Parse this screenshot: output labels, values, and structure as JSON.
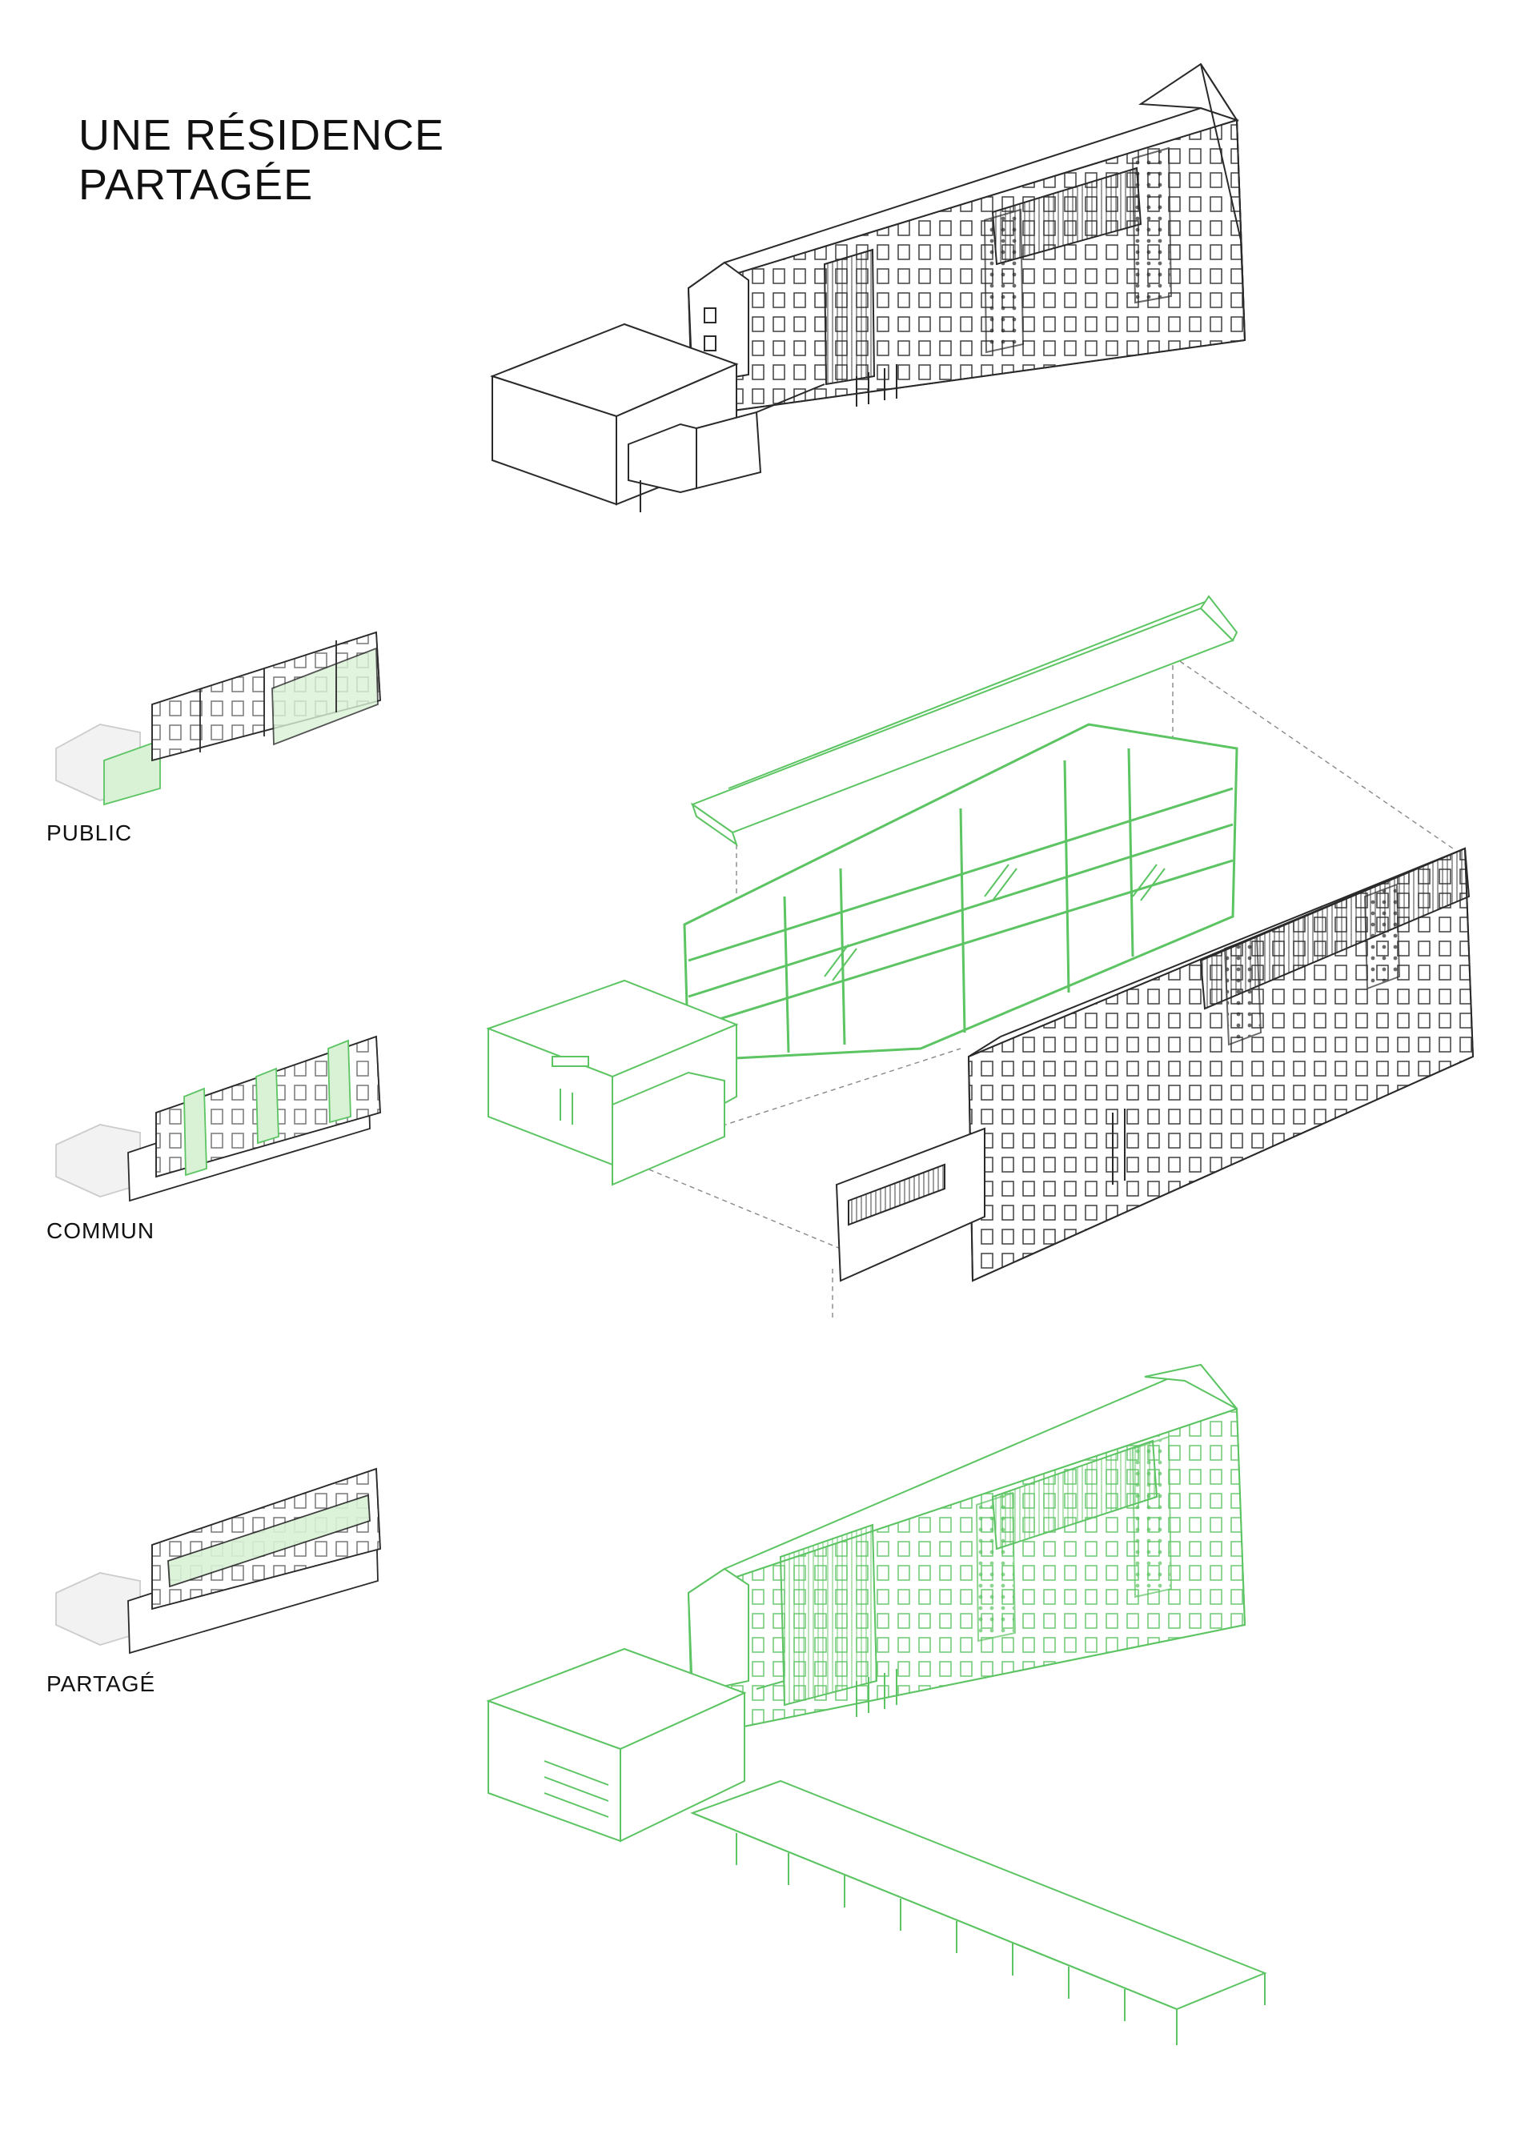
{
  "title": {
    "line1": "UNE RÉSIDENCE",
    "line2": "PARTAGÉE"
  },
  "legend": [
    {
      "label": "PUBLIC"
    },
    {
      "label": "COMMUN"
    },
    {
      "label": "PARTAGÉ"
    }
  ],
  "colors": {
    "line": "#2a2a2a",
    "accent": "#5cc462",
    "fill_accent": "#d9f2d6",
    "dashed": "#888888"
  }
}
